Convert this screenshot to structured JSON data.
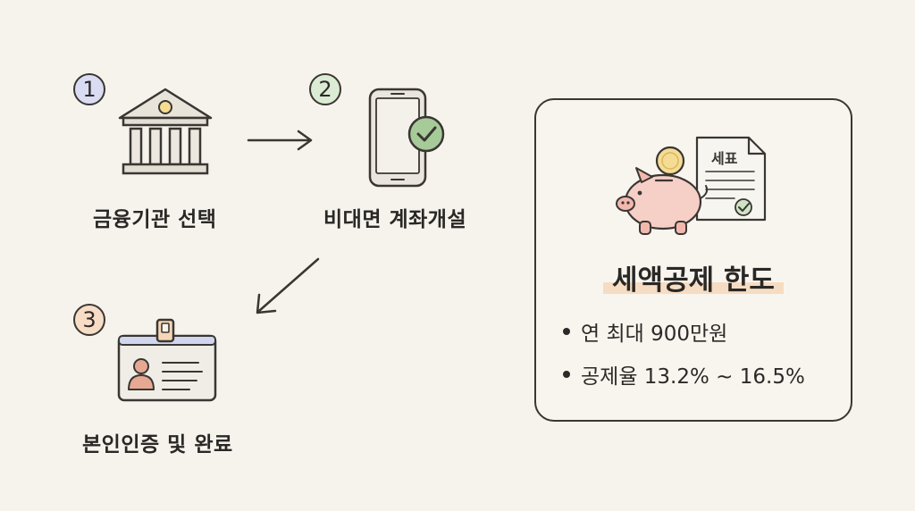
{
  "steps": [
    {
      "number": "1",
      "label": "금융기관 선택",
      "icon": "bank-icon",
      "badge_color": "#d9dcf2"
    },
    {
      "number": "2",
      "label": "비대면 계좌개설",
      "icon": "smartphone-check-icon",
      "badge_color": "#dcebd3"
    },
    {
      "number": "3",
      "label": "본인인증 및 완료",
      "icon": "id-card-icon",
      "badge_color": "#f7dcc6"
    }
  ],
  "info": {
    "title": "세액공제 한도",
    "document_label": "세표",
    "bullets": [
      "연 최대 900만원",
      "공제율 13.2% ~ 16.5%"
    ]
  },
  "colors": {
    "background": "#f6f3ec",
    "ink": "#3a3633",
    "piggy": "#f6cfc7",
    "coin": "#f5dc92",
    "check": "#7fae74",
    "highlight": "#f6dcc3"
  }
}
